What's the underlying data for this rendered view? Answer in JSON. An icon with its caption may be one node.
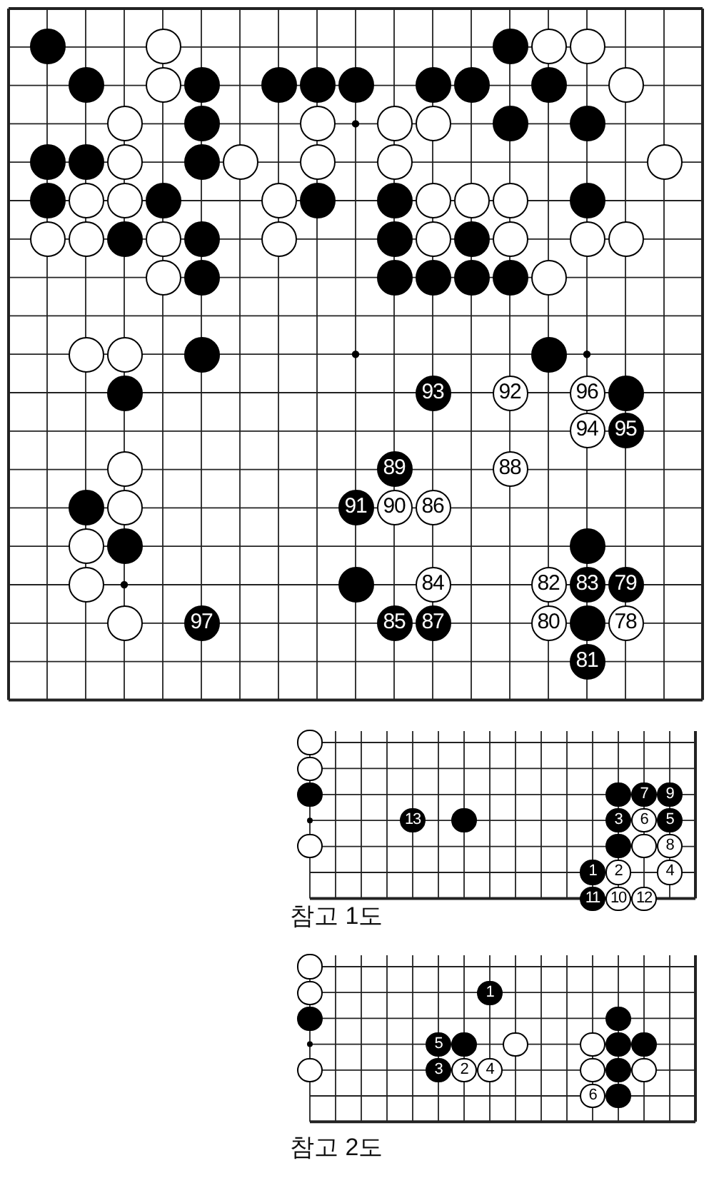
{
  "diagram": {
    "nodes": [
      {
        "text": [],
        "shape": "grid"
      },
      {
        "text": [],
        "shape": "circle",
        "in": 0
      },
      {
        "text": [],
        "shape": "circle",
        "in": 0
      },
      {
        "text": [],
        "shape": "circle",
        "in": 0
      },
      {
        "text": [],
        "shape": "circle",
        "in": 0
      },
      {
        "text": [],
        "shape": "circle",
        "in": 0
      },
      {
        "text": [],
        "shape": "circle",
        "in": 0
      },
      {
        "text": [],
        "shape": "circle",
        "in": 0
      },
      {
        "text": [],
        "shape": "circle",
        "in": 0
      },
      {
        "text": [],
        "shape": "circle",
        "in": 0
      },
      {
        "text": [],
        "shape": "circle",
        "in": 0
      },
      {
        "text": [],
        "shape": "circle",
        "in": 0
      },
      {
        "text": [],
        "shape": "circle",
        "in": 0
      },
      {
        "text": [],
        "shape": "circle",
        "in": 0
      },
      {
        "text": [],
        "shape": "circle",
        "in": 0
      },
      {
        "text": [],
        "shape": "circle",
        "in": 0
      },
      {
        "text": [],
        "shape": "circle",
        "in": 0
      },
      {
        "text": [],
        "shape": "circle",
        "in": 0
      },
      {
        "text": [],
        "shape": "circle",
        "in": 0
      },
      {
        "text": [],
        "shape": "circle",
        "in": 0
      },
      {
        "text": [],
        "shape": "circle",
        "in": 0
      },
      {
        "text": [],
        "shape": "circle",
        "in": 0
      },
      {
        "text": [],
        "shape": "circle",
        "in": 0
      },
      {
        "text": [],
        "shape": "circle",
        "in": 0
      },
      {
        "text": [],
        "shape": "circle",
        "in": 0
      },
      {
        "text": [],
        "shape": "circle",
        "in": 0
      },
      {
        "text": [],
        "shape": "circle",
        "in": 0
      },
      {
        "text": [],
        "shape": "circle",
        "in": 0
      },
      {
        "text": [],
        "shape": "circle",
        "in": 0
      },
      {
        "text": [],
        "shape": "circle",
        "in": 0
      },
      {
        "text": [],
        "shape": "circle",
        "in": 0
      },
      {
        "text": [],
        "shape": "circle",
        "in": 0
      },
      {
        "text": [],
        "shape": "circle",
        "in": 0
      },
      {
        "text": [],
        "shape": "circle",
        "in": 0
      },
      {
        "text": [],
        "shape": "circle",
        "in": 0
      },
      {
        "text": [],
        "shape": "circle",
        "in": 0
      },
      {
        "text": [],
        "shape": "circle",
        "in": 0
      },
      {
        "text": [],
        "shape": "circle",
        "in": 0
      },
      {
        "text": [],
        "shape": "circle",
        "in": 0
      },
      {
        "text": [],
        "shape": "circle",
        "in": 0
      },
      {
        "text": [],
        "shape": "circle",
        "in": 0
      },
      {
        "text": [],
        "shape": "circle",
        "in": 0
      },
      {
        "text": [],
        "shape": "circle",
        "in": 0
      },
      {
        "text": [],
        "shape": "circle",
        "in": 0
      },
      {
        "text": [],
        "shape": "circle",
        "in": 0
      },
      {
        "text": [],
        "shape": "circle",
        "in": 0
      },
      {
        "text": [],
        "shape": "circle",
        "in": 0
      },
      {
        "text": [],
        "shape": "circle",
        "in": 0
      },
      {
        "text": [],
        "shape": "circle",
        "in": 0
      },
      {
        "text": [],
        "shape": "circle",
        "in": 0
      },
      {
        "text": [],
        "shape": "circle",
        "in": 0
      },
      {
        "text": [],
        "shape": "circle",
        "in": 0
      },
      {
        "text": [],
        "shape": "circle",
        "in": 0
      },
      {
        "text": [],
        "shape": "circle",
        "in": 0
      },
      {
        "text": [],
        "shape": "circle",
        "in": 0
      },
      {
        "text": [],
        "shape": "circle",
        "in": 0
      },
      {
        "text": [],
        "shape": "circle",
        "in": 0
      },
      {
        "text": [],
        "shape": "circle",
        "in": 0
      },
      {
        "text": [],
        "shape": "circle",
        "in": 0
      },
      {
        "text": [],
        "shape": "circle",
        "in": 0
      },
      {
        "text": [],
        "shape": "circle",
        "in": 0
      },
      {
        "text": [],
        "shape": "circle",
        "in": 0
      },
      {
        "text": [],
        "shape": "circle",
        "in": 0
      },
      {
        "text": [],
        "shape": "circle",
        "in": 0
      },
      {
        "text": [],
        "shape": "circle",
        "in": 0
      },
      {
        "text": [],
        "shape": "circle",
        "in": 0
      },
      {
        "text": [
          "93"
        ],
        "in": 0
      },
      {
        "text": [
          "92"
        ],
        "in": 0
      },
      {
        "text": [
          "96"
        ],
        "in": 0
      },
      {
        "text": [],
        "shape": "circle",
        "in": 0
      },
      {
        "text": [
          "94"
        ],
        "in": 0
      },
      {
        "text": [
          "95"
        ],
        "in": 0
      },
      {
        "text": [],
        "shape": "circle",
        "in": 0
      },
      {
        "text": [
          "89"
        ],
        "in": 0
      },
      {
        "text": [
          "88"
        ],
        "in": 0
      },
      {
        "text": [],
        "shape": "circle",
        "in": 0
      },
      {
        "text": [],
        "shape": "circle",
        "in": 0
      },
      {
        "text": [
          "91"
        ],
        "in": 0
      },
      {
        "text": [
          "90"
        ],
        "in": 0
      },
      {
        "text": [
          "86"
        ],
        "in": 0
      },
      {
        "text": [],
        "shape": "circle",
        "in": 0
      },
      {
        "text": [],
        "shape": "circle",
        "in": 0
      },
      {
        "text": [],
        "shape": "circle",
        "in": 0
      },
      {
        "text": [],
        "shape": "circle",
        "in": 0
      },
      {
        "text": [],
        "shape": "circle",
        "in": 0
      },
      {
        "text": [
          "84"
        ],
        "in": 0
      },
      {
        "text": [
          "82"
        ],
        "in": 0
      },
      {
        "text": [
          "83"
        ],
        "in": 0
      },
      {
        "text": [
          "79"
        ],
        "in": 0
      },
      {
        "text": [],
        "shape": "circle",
        "in": 0
      },
      {
        "text": [
          "97"
        ],
        "in": 0
      },
      {
        "text": [
          "85"
        ],
        "in": 0
      },
      {
        "text": [
          "87"
        ],
        "in": 0
      },
      {
        "text": [
          "80"
        ],
        "in": 0
      },
      {
        "text": [],
        "shape": "circle",
        "in": 0
      },
      {
        "text": [
          "78"
        ],
        "in": 0
      },
      {
        "text": [
          "81"
        ],
        "in": 0
      },
      {
        "text": [
          "참고 1도"
        ]
      },
      {
        "text": [],
        "shape": "circle",
        "in": 97
      },
      {
        "text": [],
        "shape": "circle",
        "in": 97
      },
      {
        "text": [],
        "shape": "circle",
        "in": 97
      },
      {
        "text": [],
        "shape": "circle",
        "in": 97
      },
      {
        "text": [
          "7"
        ],
        "in": 97
      },
      {
        "text": [
          "9"
        ],
        "in": 97
      },
      {
        "text": [
          "13"
        ],
        "in": 97
      },
      {
        "text": [],
        "shape": "circle",
        "in": 97
      },
      {
        "text": [
          "3"
        ],
        "in": 97
      },
      {
        "text": [
          "6"
        ],
        "in": 97
      },
      {
        "text": [
          "5"
        ],
        "in": 97
      },
      {
        "text": [],
        "shape": "circle",
        "in": 97
      },
      {
        "text": [],
        "shape": "circle",
        "in": 97
      },
      {
        "text": [],
        "shape": "circle",
        "in": 97
      },
      {
        "text": [
          "8"
        ],
        "in": 97
      },
      {
        "text": [
          "1"
        ],
        "in": 97
      },
      {
        "text": [
          "2"
        ],
        "in": 97
      },
      {
        "text": [
          "4"
        ],
        "in": 97
      },
      {
        "text": [
          "11"
        ],
        "in": 97
      },
      {
        "text": [
          "10"
        ],
        "in": 97
      },
      {
        "text": [
          "12"
        ],
        "in": 97
      },
      {
        "text": [
          "참고 2도"
        ]
      },
      {
        "text": [],
        "shape": "circle",
        "in": 119
      },
      {
        "text": [],
        "shape": "circle",
        "in": 119
      },
      {
        "text": [
          "1"
        ],
        "in": 119
      },
      {
        "text": [],
        "shape": "circle",
        "in": 119
      },
      {
        "text": [],
        "shape": "circle",
        "in": 119
      },
      {
        "text": [
          "5"
        ],
        "in": 119
      },
      {
        "text": [],
        "shape": "circle",
        "in": 119
      },
      {
        "text": [],
        "shape": "circle",
        "in": 119
      },
      {
        "text": [],
        "shape": "circle",
        "in": 119
      },
      {
        "text": [],
        "shape": "circle",
        "in": 119
      },
      {
        "text": [],
        "shape": "circle",
        "in": 119
      },
      {
        "text": [],
        "shape": "circle",
        "in": 119
      },
      {
        "text": [
          "3"
        ],
        "in": 119
      },
      {
        "text": [
          "2"
        ],
        "in": 119
      },
      {
        "text": [
          "4"
        ],
        "in": 119
      },
      {
        "text": [],
        "shape": "circle",
        "in": 119
      },
      {
        "text": [],
        "shape": "circle",
        "in": 119
      },
      {
        "text": [],
        "shape": "circle",
        "in": 119
      },
      {
        "text": [
          "6"
        ],
        "in": 119
      },
      {
        "text": [],
        "shape": "circle",
        "in": 119
      }
    ]
  }
}
